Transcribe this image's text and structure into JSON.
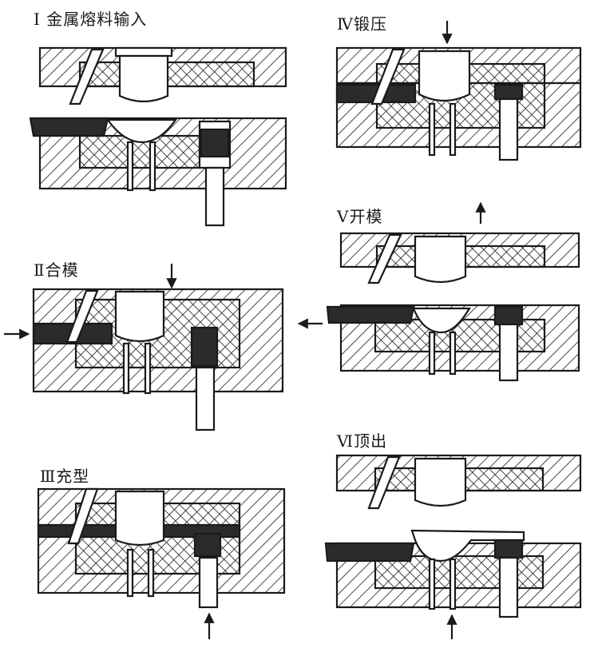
{
  "stages": [
    {
      "id": "I",
      "title": "Ⅰ 金属熔料输入"
    },
    {
      "id": "II",
      "title": "Ⅱ合模"
    },
    {
      "id": "III",
      "title": "Ⅲ充型"
    },
    {
      "id": "IV",
      "title": "Ⅳ锻压"
    },
    {
      "id": "V",
      "title": "Ⅴ开模"
    },
    {
      "id": "VI",
      "title": "Ⅵ顶出"
    }
  ],
  "colors": {
    "ink": "#1a1a1a",
    "metal": "#2b2b2b",
    "paper": "#ffffff"
  },
  "hatch": "diagonal"
}
